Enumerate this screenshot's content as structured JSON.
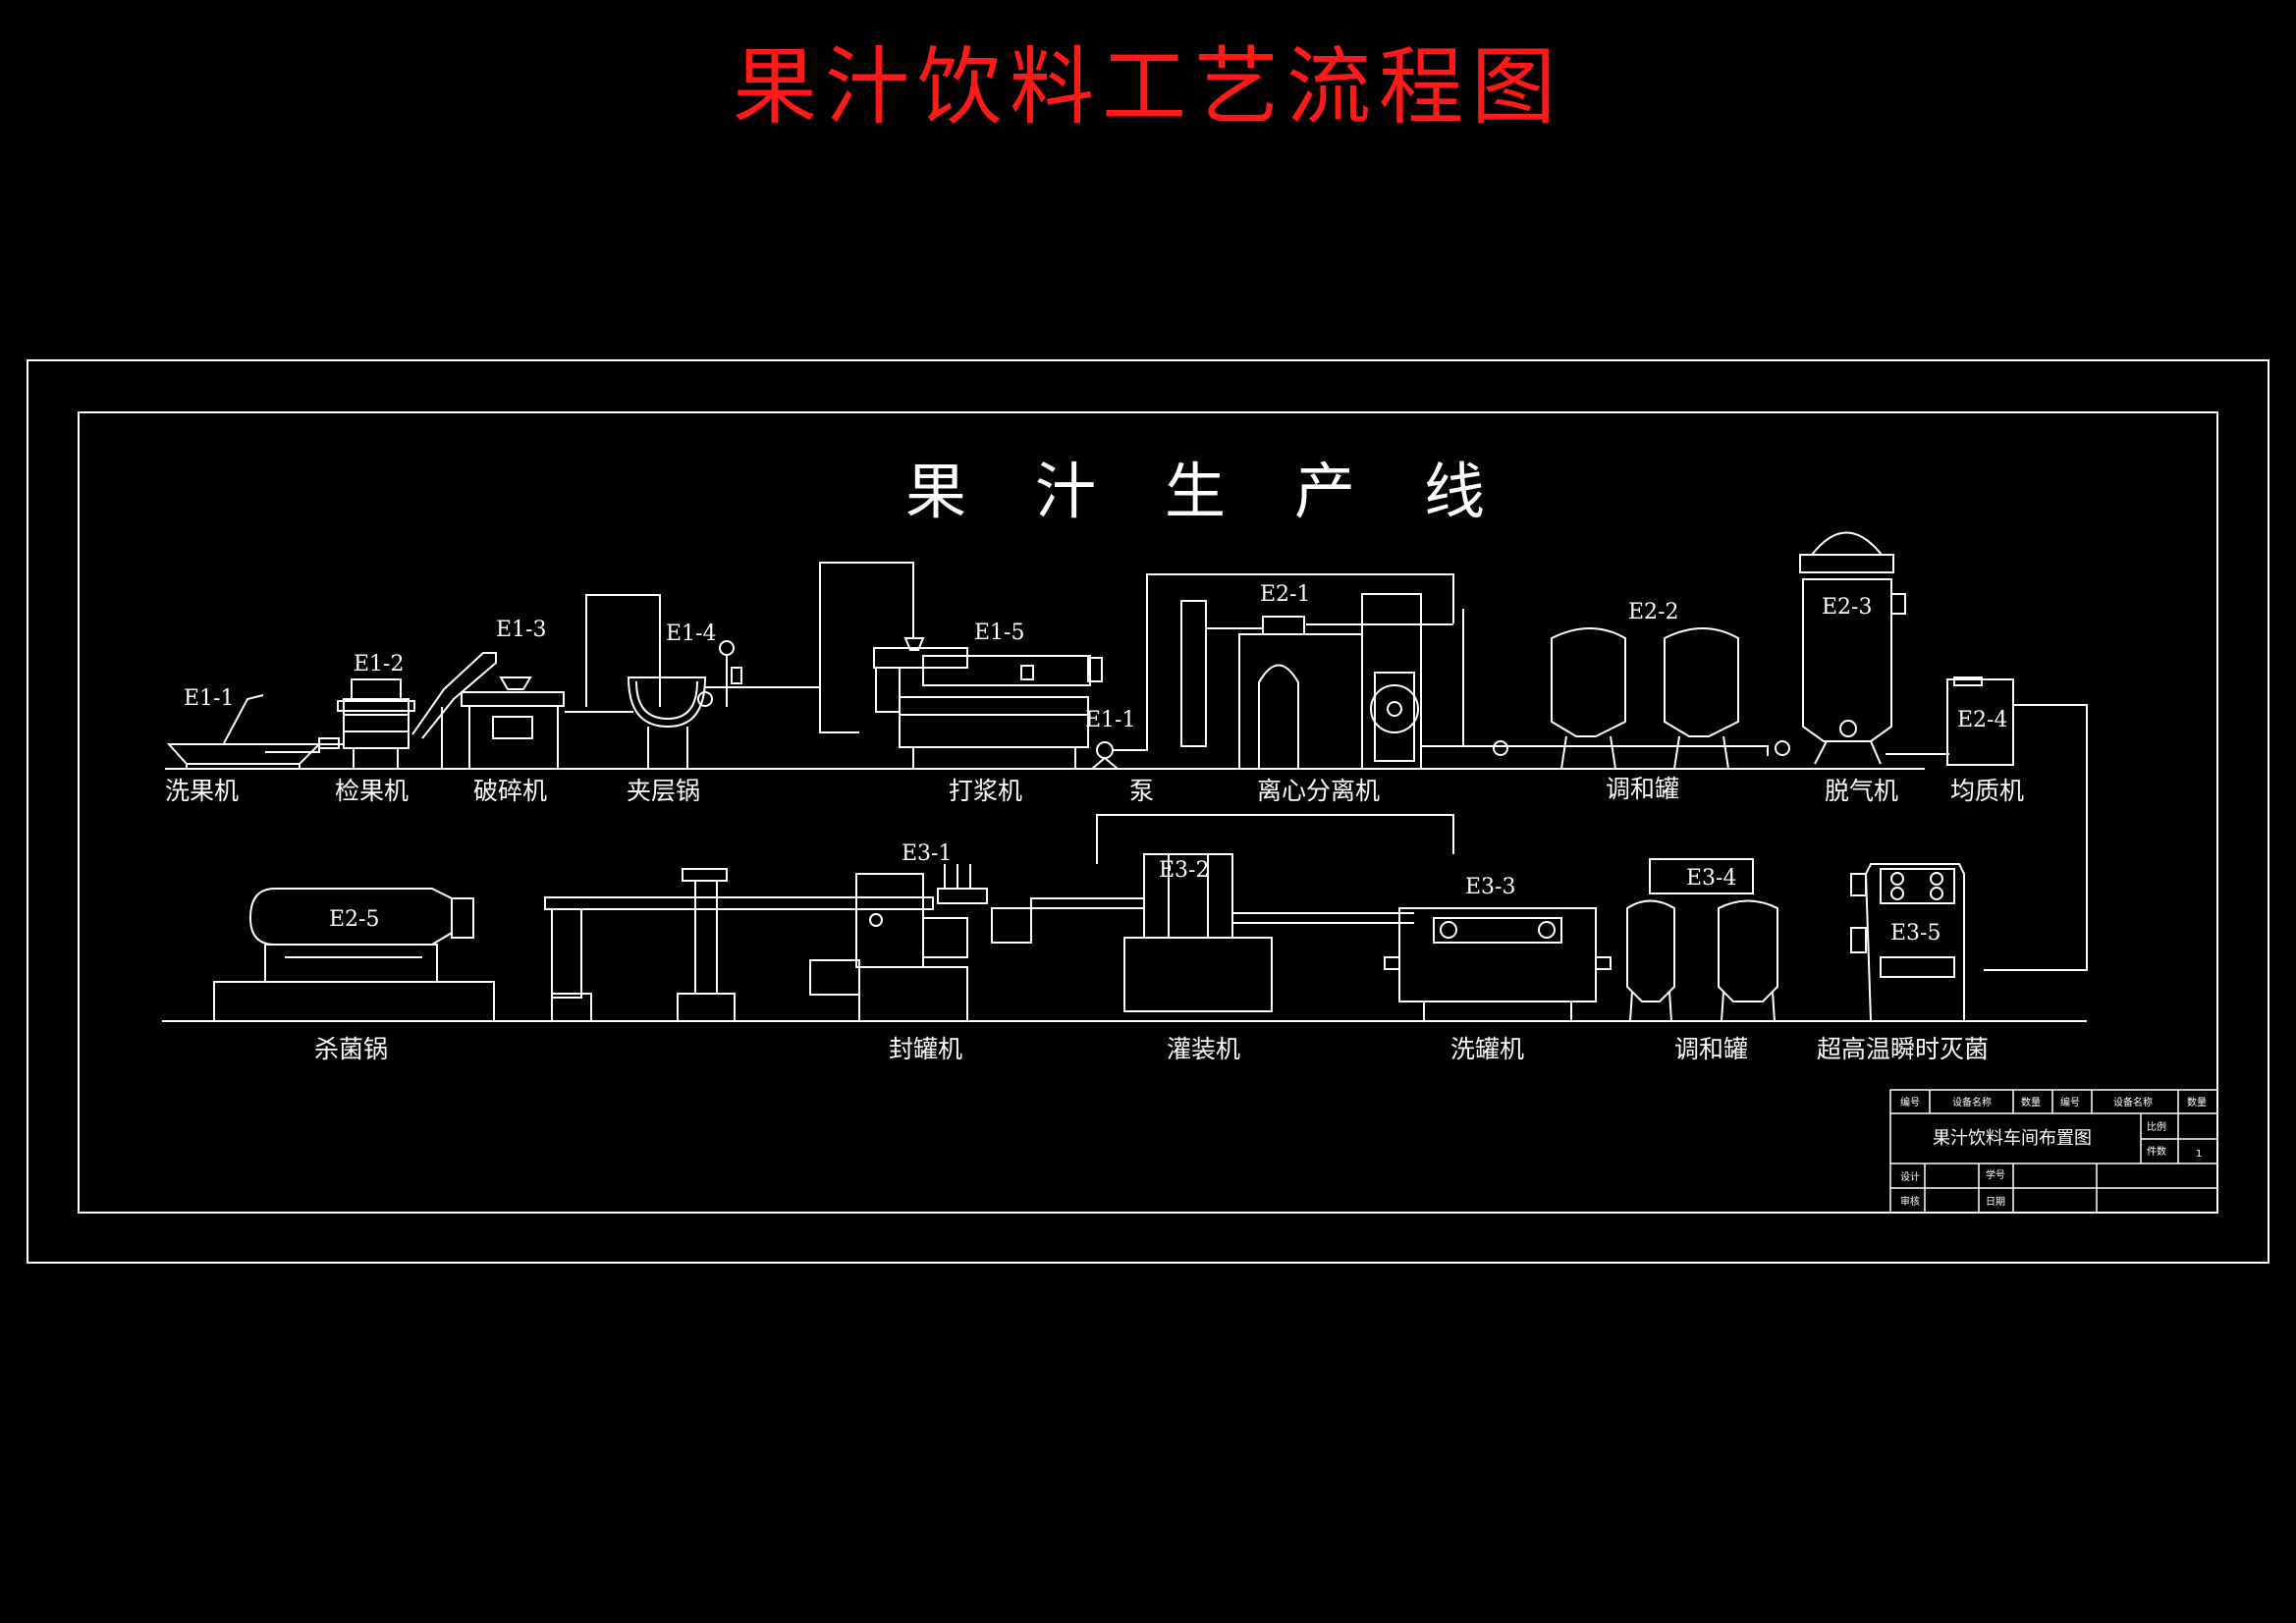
{
  "main_title": "果汁饮料工艺流程图",
  "line_title": "果汁生产线",
  "equipment_codes": {
    "e1_1a": "E1-1",
    "e1_2": "E1-2",
    "e1_3": "E1-3",
    "e1_4": "E1-4",
    "e1_5": "E1-5",
    "e1_1b": "E1-1",
    "e2_1": "E2-1",
    "e2_2": "E2-2",
    "e2_3": "E2-3",
    "e2_4": "E2-4",
    "e2_5": "E2-5",
    "e3_1": "E3-1",
    "e3_2": "E3-2",
    "e3_3": "E3-3",
    "e3_4": "E3-4",
    "e3_5": "E3-5"
  },
  "upper_labels": {
    "washer": "洗果机",
    "sorter": "检果机",
    "crusher": "破碎机",
    "jacket_kettle": "夹层锅",
    "pulper": "打浆机",
    "pump": "泵",
    "centrifuge": "离心分离机",
    "blend_tank": "调和罐",
    "deaerator": "脱气机",
    "homogenizer": "均质机"
  },
  "lower_labels": {
    "sterilizer": "杀菌锅",
    "seamer": "封罐机",
    "filler": "灌装机",
    "can_washer": "洗罐机",
    "blend_tank2": "调和罐",
    "uht": "超高温瞬时灭菌"
  },
  "title_block": {
    "headers": [
      "编号",
      "设备名称",
      "数量",
      "编号",
      "设备名称",
      "数量"
    ],
    "drawing_name": "果汁饮料车间布置图",
    "scale_label": "比例",
    "sheets_label": "件数",
    "sheets_value": "1",
    "design_label": "设计",
    "student_no_label": "学号",
    "review_label": "审核",
    "date_label": "日期"
  }
}
